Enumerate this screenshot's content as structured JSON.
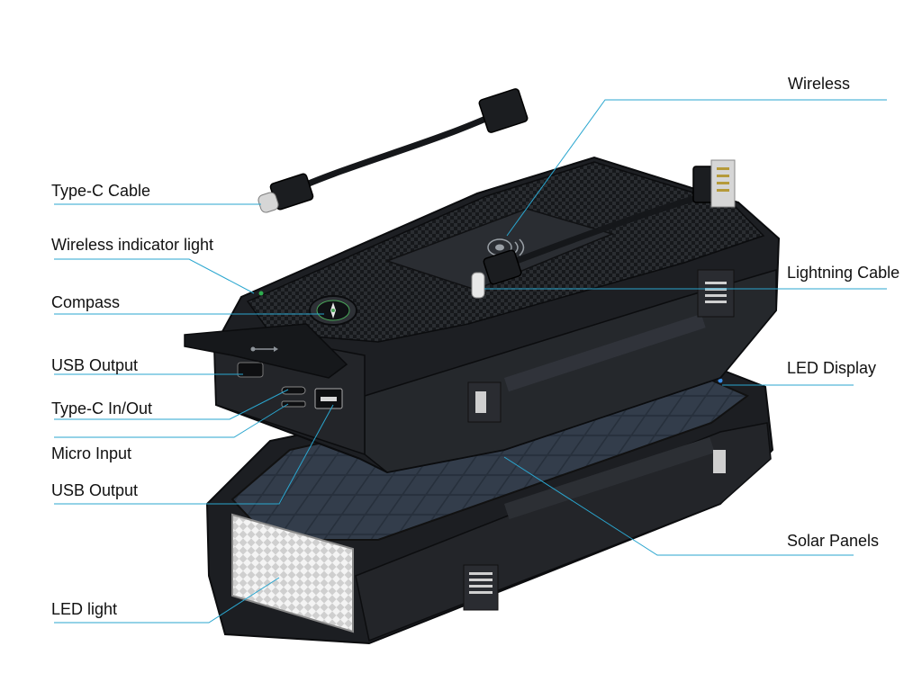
{
  "callouts": {
    "type_c_cable": "Type-C Cable",
    "wireless_indicator_light": "Wireless indicator light",
    "compass": "Compass",
    "usb_output_top": "USB Output",
    "type_c_in_out": "Type-C In/Out",
    "micro_input": "Micro Input",
    "usb_output_bottom": "USB Output",
    "led_light": "LED light",
    "wireless": "Wireless",
    "lightning_cable": "Lightning Cable",
    "led_display": "LED Display",
    "solar_panels": "Solar Panels"
  },
  "colors": {
    "leader_line": "#2aa6cf",
    "body": "#1f2125",
    "body_edge": "#3a3d42",
    "solar": "#2b3340",
    "led_panel": "#d8d8d8",
    "indicator_dot": "#3b8ee8"
  },
  "icons": [
    "wireless-charging-icon",
    "usb-icon",
    "compass-icon"
  ]
}
